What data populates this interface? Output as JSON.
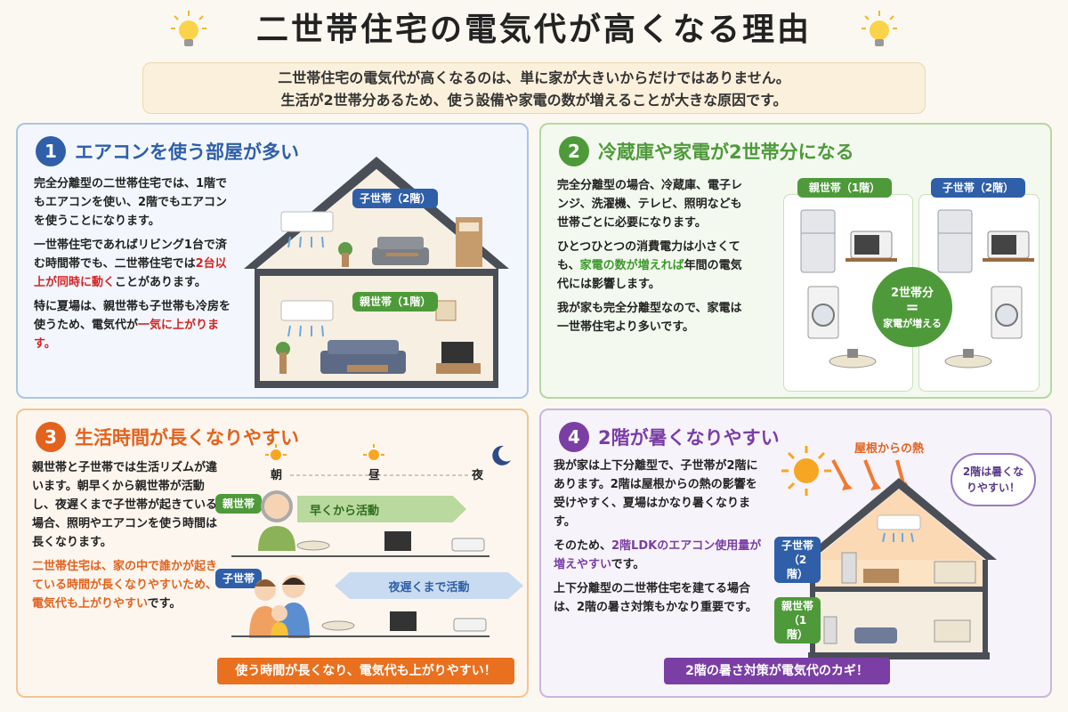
{
  "title": "二世帯住宅の電気代が高くなる理由",
  "intro": {
    "line1": "二世帯住宅の電気代が高くなるのは、単に家が大きいからだけではありません。",
    "line2": "生活が2世帯分あるため、使う設備や家電の数が増えることが大きな原因です。"
  },
  "section1": {
    "number": "1",
    "heading": "エアコンを使う部屋が多い",
    "p1": "完全分離型の二世帯住宅では、1階でもエアコンを使い、2階でもエアコンを使うことになります。",
    "p2a": "一世帯住宅であればリビング1台で済む時間帯でも、二世帯住宅では",
    "p2b": "2台以上が同時に動く",
    "p2c": "ことがあります。",
    "p3a": "特に夏場は、親世帯も子世帯も冷房を使うため、電気代が",
    "p3b": "一気に上がります。",
    "tag_child": "子世帯（2階）",
    "tag_parent": "親世帯（1階）"
  },
  "section2": {
    "number": "2",
    "heading": "冷蔵庫や家電が2世帯分になる",
    "p1": "完全分離型の場合、冷蔵庫、電子レンジ、洗濯機、テレビ、照明なども世帯ごとに必要になります。",
    "p2a": "ひとつひとつの消費電力は小さくても、",
    "p2b": "家電の数が増えれば",
    "p2c": "年間の電気代には影響します。",
    "p3": "我が家も完全分離型なので、家電は一世帯住宅より多いです。",
    "tag_parent": "親世帯（1階）",
    "tag_child": "子世帯（2階）",
    "center_line1": "2世帯分",
    "center_eq": "=",
    "center_line2": "家電が増える"
  },
  "section3": {
    "number": "3",
    "heading": "生活時間が長くなりやすい",
    "p1": "親世帯と子世帯では生活リズムが違います。朝早くから親世帯が活動し、夜遅くまで子世帯が起きている場合、照明やエアコンを使う時間は長くなります。",
    "p2a": "二世帯住宅は、家の中で誰かが起きている時間が長くなりやすいため、電気代も上がりやすい",
    "p2b": "です。",
    "time_morning": "朝",
    "time_noon": "昼",
    "time_night": "夜",
    "tag_parent": "親世帯",
    "tag_child": "子世帯",
    "arrow_early": "早くから活動",
    "arrow_late": "夜遅くまで活動",
    "banner": "使う時間が長くなり、電気代も上がりやすい！"
  },
  "section4": {
    "number": "4",
    "heading": "2階が暑くなりやすい",
    "p1": "我が家は上下分離型で、子世帯が2階にあります。2階は屋根からの熱の影響を受けやすく、夏場はかなり暑くなります。",
    "p2a": "そのため、",
    "p2b": "2階LDKのエアコン使用量が増えやすい",
    "p2c": "です。",
    "p3": "上下分離型の二世帯住宅を建てる場合は、2階の暑さ対策もかなり重要です。",
    "roof_heat": "屋根からの熱",
    "bubble": "2階は暑くなりやすい！",
    "tag_child": "子世帯（2階）",
    "tag_parent": "親世帯（1階）",
    "banner": "2階の暑さ対策が電気代のカギ！"
  },
  "colors": {
    "blue": "#2f5fa8",
    "green": "#4e9a3a",
    "orange": "#e2621e",
    "purple": "#7a3ea5",
    "red": "#d42323"
  }
}
